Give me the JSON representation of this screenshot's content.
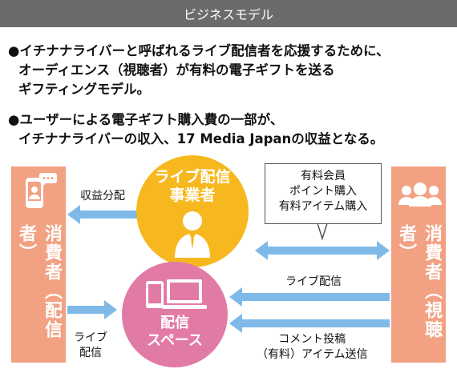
{
  "header": {
    "title": "ビジネスモデル"
  },
  "bullets": [
    {
      "marker": "●",
      "lines": [
        "イチナナライバーと呼ばれるライブ配信者を応援するために、",
        "オーディエンス（視聴者）が有料の電子ギフトを送る",
        "ギフティングモデル。"
      ]
    },
    {
      "marker": "●",
      "lines": [
        "ユーザーによる電子ギフト購入費の一部が、",
        "イチナナライバーの収入、17 Media Japanの収益となる。"
      ]
    }
  ],
  "left_panel": {
    "label": "消費者（配信者）"
  },
  "right_panel": {
    "label": "消費者（視聴者）"
  },
  "top_circle": {
    "line1": "ライブ配信",
    "line2": "事業者"
  },
  "bottom_circle": {
    "line1": "配信",
    "line2": "スペース"
  },
  "callout": {
    "lines": [
      "有料会員",
      "ポイント購入",
      "有料アイテム購入"
    ]
  },
  "labels": {
    "revenue_share": "収益分配",
    "live_stream_right": "ライブ配信",
    "live_stream_left_1": "ライブ",
    "live_stream_left_2": "配信",
    "comment_1": "コメント投稿",
    "comment_2": "（有料）アイテム送信"
  },
  "colors": {
    "header_bg": "#6b6b6b",
    "panel": "#f2a183",
    "top_circle": "#f6b81e",
    "bottom_circle": "#e27aa6",
    "arrow": "#7fb9e8"
  },
  "icons": {
    "left_panel": "smartphone-chat-icon",
    "right_panel": "audience-icon",
    "top_circle": "businessperson-icon",
    "bottom_circle": "devices-icon"
  }
}
